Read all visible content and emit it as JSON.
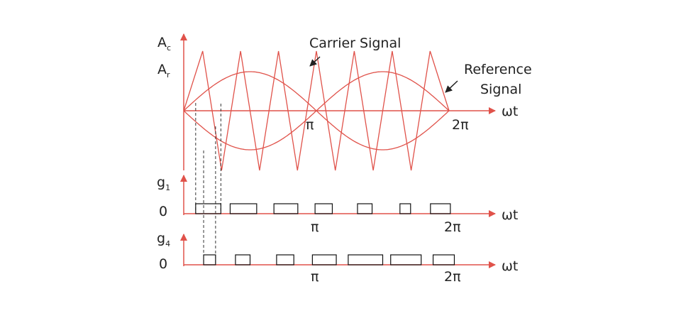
{
  "colors": {
    "signal": "#e0524a",
    "text": "#222222",
    "pulse": "#111111",
    "guide": "#333333"
  },
  "labels": {
    "carrier": "Carrier Signal",
    "reference_line1": "Reference",
    "reference_line2": "Signal",
    "top_y_a": "A",
    "top_y_a_sub": "c",
    "top_y_b": "A",
    "top_y_b_sub": "r",
    "x_axis": "ωt",
    "pi": "π",
    "two_pi": "2π",
    "g1": "g",
    "g1_sub": "1",
    "g4": "g",
    "g4_sub": "4",
    "zero": "0"
  },
  "carrier": {
    "peaks": 7,
    "note": "triangle carrier between +1 and -1 over 0..2π"
  },
  "pulses": {
    "g1": [
      [
        0.09,
        0.28
      ],
      [
        0.35,
        0.55
      ],
      [
        0.68,
        0.86
      ],
      [
        0.99,
        1.12
      ],
      [
        1.31,
        1.42
      ],
      [
        1.63,
        1.71
      ],
      [
        1.86,
        2.01
      ]
    ],
    "g4": [
      [
        0.15,
        0.24
      ],
      [
        0.39,
        0.5
      ],
      [
        0.7,
        0.83
      ],
      [
        0.97,
        1.15
      ],
      [
        1.24,
        1.5
      ],
      [
        1.56,
        1.79
      ],
      [
        1.88,
        2.04
      ]
    ]
  }
}
